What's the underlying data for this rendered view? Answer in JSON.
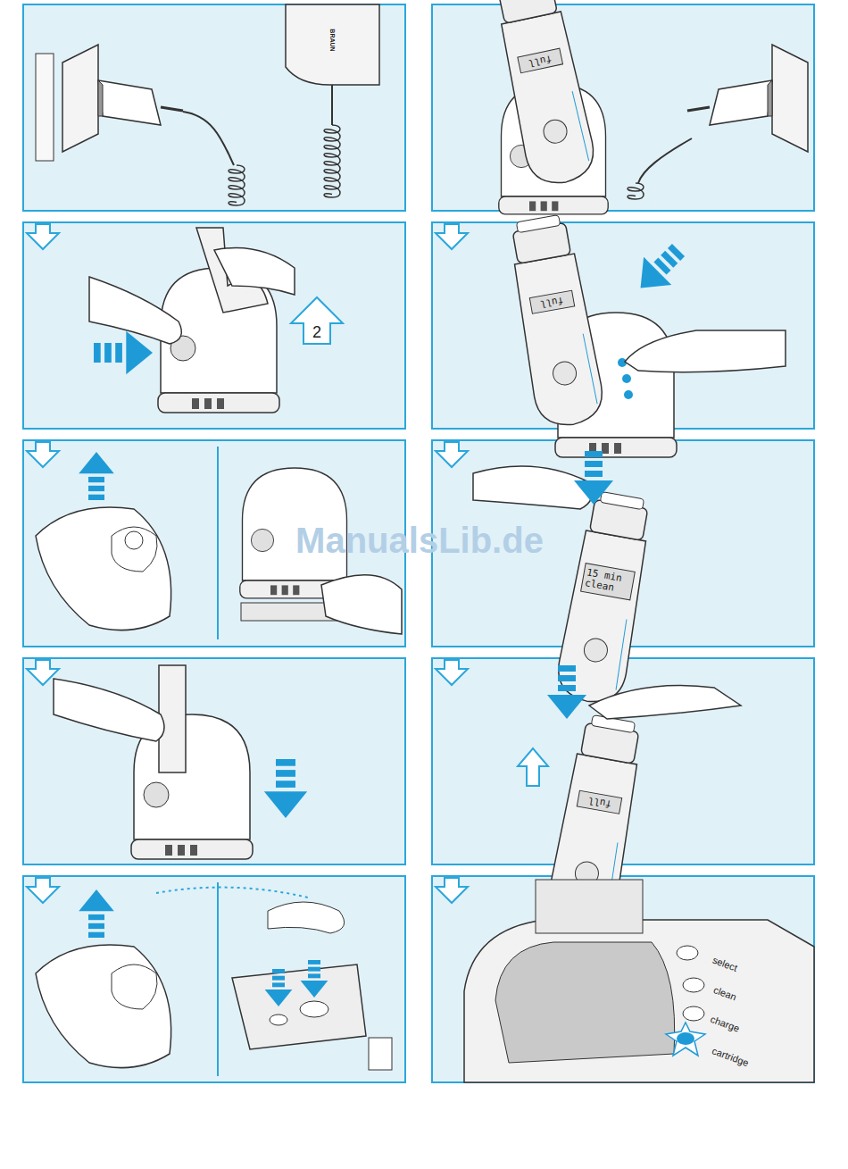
{
  "diagram": {
    "labels": [
      "BRAUN",
      "full",
      "2",
      "full",
      "15 min clean",
      "full",
      "select",
      "clean",
      "charge",
      "cartridge",
      "ManualsLib.de"
    ]
  }
}
